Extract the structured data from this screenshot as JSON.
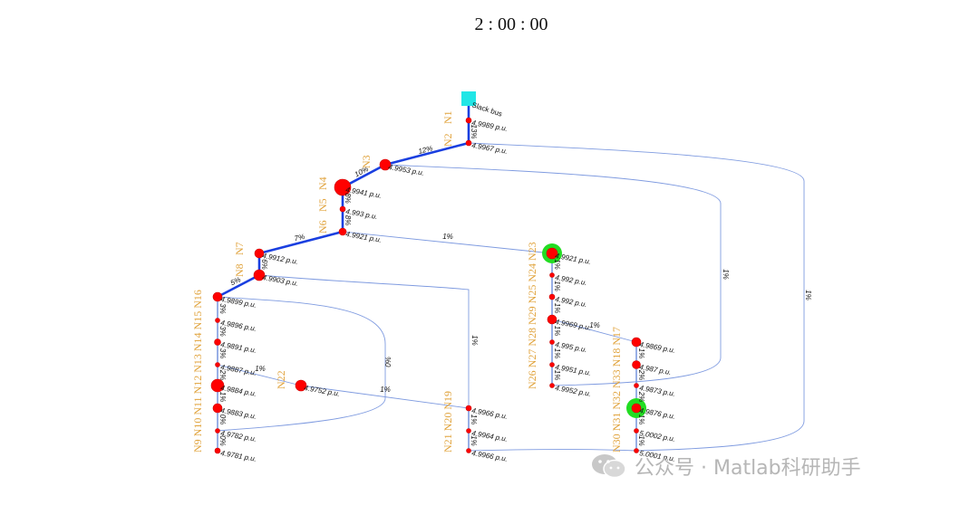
{
  "time_label": "2 : 00 : 00",
  "watermark": "公众号 · Matlab科研助手",
  "slack_label": "Slack bus",
  "colors": {
    "strong_line": "#1a3fe0",
    "weak_line": "#7f9be0",
    "node": "#ff0000",
    "node_edge": "#cc0000",
    "highlight": "#22dd22",
    "slack": "#22e6e6",
    "name": "#e0a23a"
  },
  "node_columns": [
    "N1",
    "N2",
    "N3",
    "N4",
    "N5",
    "N6",
    "N7",
    "N8",
    "N9 N10 N11 N12 N13 N14 N15 N16",
    "N22",
    "N21 N20 N19",
    "N26 N27 N28 N29 N25 N24 N23",
    "N30 N31 N32 N33 N18 N17"
  ],
  "nodes": [
    {
      "id": "N1",
      "voltage": "4.9989 p.u."
    },
    {
      "id": "N2",
      "voltage": "4.9967 p.u."
    },
    {
      "id": "N3",
      "voltage": "4.9953 p.u."
    },
    {
      "id": "N4",
      "voltage": "4.9941 p.u."
    },
    {
      "id": "N5",
      "voltage": "4.993 p.u."
    },
    {
      "id": "N6",
      "voltage": "4.9921 p.u."
    },
    {
      "id": "N7",
      "voltage": "4.9912 p.u."
    },
    {
      "id": "N8",
      "voltage": "4.9903 p.u."
    },
    {
      "id": "N9",
      "voltage": "4.9899 p.u."
    },
    {
      "id": "N10",
      "voltage": "4.9896 p.u."
    },
    {
      "id": "N11",
      "voltage": "4.9891 p.u."
    },
    {
      "id": "N12",
      "voltage": "4.9887 p.u."
    },
    {
      "id": "N13",
      "voltage": "4.9884 p.u."
    },
    {
      "id": "N14",
      "voltage": "4.9883 p.u."
    },
    {
      "id": "N15",
      "voltage": "4.9782 p.u."
    },
    {
      "id": "N16",
      "voltage": "4.9781 p.u."
    },
    {
      "id": "N22",
      "voltage": "4.9752 p.u."
    },
    {
      "id": "N21",
      "voltage": "4.9966 p.u."
    },
    {
      "id": "N20",
      "voltage": "4.9964 p.u."
    },
    {
      "id": "N19",
      "voltage": "4.9966 p.u."
    },
    {
      "id": "N26",
      "voltage": "4.9921 p.u."
    },
    {
      "id": "N27",
      "voltage": "4.992 p.u."
    },
    {
      "id": "N28",
      "voltage": "4.992 p.u."
    },
    {
      "id": "N29",
      "voltage": "4.9969 p.u."
    },
    {
      "id": "N25",
      "voltage": "4.995 p.u."
    },
    {
      "id": "N24",
      "voltage": "4.9951 p.u."
    },
    {
      "id": "N23",
      "voltage": "4.9952 p.u."
    },
    {
      "id": "N30",
      "voltage": "4.9869 p.u."
    },
    {
      "id": "N31",
      "voltage": "4.987 p.u."
    },
    {
      "id": "N32",
      "voltage": "4.9873 p.u."
    },
    {
      "id": "N33",
      "voltage": "4.9876 p.u."
    },
    {
      "id": "N18",
      "voltage": "5.0002 p.u."
    },
    {
      "id": "N17",
      "voltage": "5.0001 p.u."
    }
  ],
  "edges": [
    {
      "from": "N1",
      "to": "N2",
      "label": "13%",
      "weight": "strong"
    },
    {
      "from": "N2",
      "to": "N3",
      "label": "12%",
      "weight": "strong"
    },
    {
      "from": "N3",
      "to": "N4",
      "label": "10%",
      "weight": "strong"
    },
    {
      "from": "N4",
      "to": "N5",
      "label": "8%",
      "weight": "strong"
    },
    {
      "from": "N5",
      "to": "N6",
      "label": "8%",
      "weight": "strong"
    },
    {
      "from": "N6",
      "to": "N7",
      "label": "7%",
      "weight": "strong"
    },
    {
      "from": "N7",
      "to": "N8",
      "label": "6%",
      "weight": "strong"
    },
    {
      "from": "N8",
      "to": "N9",
      "label": "5%",
      "weight": "strong"
    },
    {
      "from": "N9",
      "to": "N10",
      "label": "3%",
      "weight": "weak"
    },
    {
      "from": "N10",
      "to": "N11",
      "label": "3%",
      "weight": "weak"
    },
    {
      "from": "N11",
      "to": "N12",
      "label": "3%",
      "weight": "weak"
    },
    {
      "from": "N12",
      "to": "N13",
      "label": "2%",
      "weight": "weak"
    },
    {
      "from": "N13",
      "to": "N14",
      "label": "1%",
      "weight": "weak"
    },
    {
      "from": "N14",
      "to": "N15",
      "label": "0%",
      "weight": "weak"
    },
    {
      "from": "N15",
      "to": "N16",
      "label": "0%",
      "weight": "weak"
    },
    {
      "from": "N12",
      "to": "N22",
      "label": "1%",
      "weight": "weak"
    },
    {
      "from": "N22",
      "to": "N21",
      "label": "1%",
      "weight": "weak"
    },
    {
      "from": "N9",
      "to": "N15",
      "label": "0%",
      "weight": "weak"
    },
    {
      "from": "N8",
      "to": "N21",
      "label": "1%",
      "weight": "weak"
    },
    {
      "from": "N21",
      "to": "N20",
      "label": "1%",
      "weight": "weak"
    },
    {
      "from": "N20",
      "to": "N19",
      "label": "1%",
      "weight": "weak"
    },
    {
      "from": "N6",
      "to": "N26",
      "label": "1%",
      "weight": "weak"
    },
    {
      "from": "N26",
      "to": "N27",
      "label": "1%",
      "weight": "weak"
    },
    {
      "from": "N27",
      "to": "N28",
      "label": "1%",
      "weight": "weak"
    },
    {
      "from": "N28",
      "to": "N29",
      "label": "1%",
      "weight": "weak"
    },
    {
      "from": "N29",
      "to": "N25",
      "label": "1%",
      "weight": "weak"
    },
    {
      "from": "N25",
      "to": "N24",
      "label": "1%",
      "weight": "weak"
    },
    {
      "from": "N24",
      "to": "N23",
      "label": "1%",
      "weight": "weak"
    },
    {
      "from": "N29",
      "to": "N30",
      "label": "1%",
      "weight": "weak"
    },
    {
      "from": "N30",
      "to": "N31",
      "label": "1%",
      "weight": "weak"
    },
    {
      "from": "N31",
      "to": "N32",
      "label": "2%",
      "weight": "weak"
    },
    {
      "from": "N32",
      "to": "N33",
      "label": "2%",
      "weight": "weak"
    },
    {
      "from": "N33",
      "to": "N18",
      "label": "1%",
      "weight": "weak"
    },
    {
      "from": "N18",
      "to": "N17",
      "label": "1%",
      "weight": "weak"
    },
    {
      "from": "N3",
      "to": "N23",
      "label": "1%",
      "weight": "weak"
    },
    {
      "from": "N2",
      "to": "N17",
      "label": "1%",
      "weight": "weak"
    },
    {
      "from": "N19",
      "to": "N17",
      "label": "",
      "weight": "weak"
    }
  ],
  "highlighted_nodes": [
    "N26",
    "N33"
  ]
}
